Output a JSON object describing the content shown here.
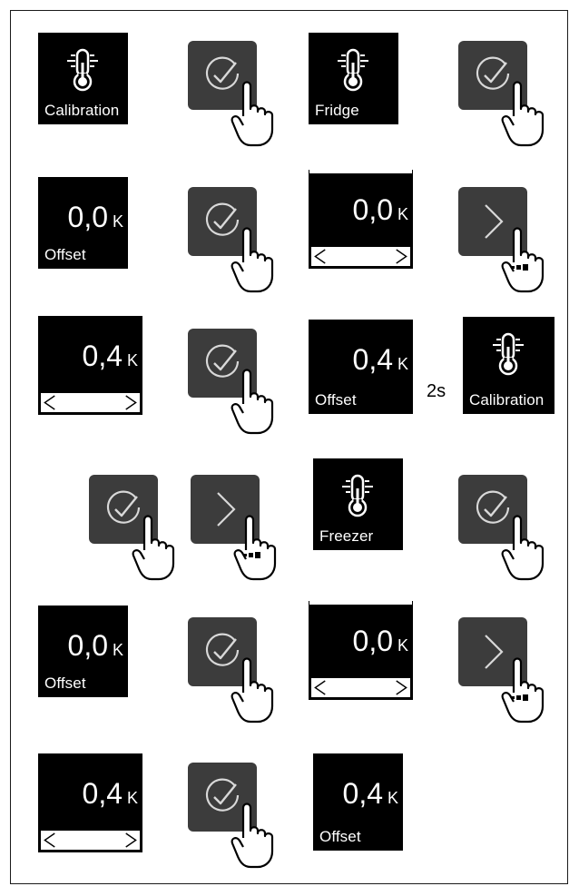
{
  "labels": {
    "calibration": "Calibration",
    "fridge": "Fridge",
    "freezer": "Freezer",
    "offset": "Offset",
    "unit": "K",
    "value_zero": "0,0",
    "value_adjusted": "0,4",
    "delay": "2s"
  },
  "icons": {
    "thermometer": "thermometer-icon",
    "confirm": "check-circle-icon",
    "next": "chevron-right-icon",
    "hand_tap": "hand-tap-icon",
    "hand_hold": "hand-hold-icon",
    "arrow": "arrow-right-icon"
  },
  "colors": {
    "display_bg": "#000000",
    "button_bg": "#3c3c3c",
    "text": "#ffffff",
    "border": "#1a1a1a"
  },
  "rows": [
    [
      "calibration-display",
      "confirm-button",
      "fridge-display",
      "confirm-button"
    ],
    [
      "offset-zero-display",
      "confirm-button",
      "edit-zero-display",
      "next-button-hold"
    ],
    [
      "edit-adjusted-display",
      "confirm-button",
      "offset-adjusted-display",
      "delay-2s",
      "calibration-display"
    ],
    [
      "confirm-button",
      "next-button-hold",
      "freezer-display",
      "confirm-button"
    ],
    [
      "offset-zero-display",
      "confirm-button",
      "edit-zero-display",
      "next-button-hold"
    ],
    [
      "edit-adjusted-display",
      "confirm-button",
      "offset-adjusted-display"
    ]
  ]
}
